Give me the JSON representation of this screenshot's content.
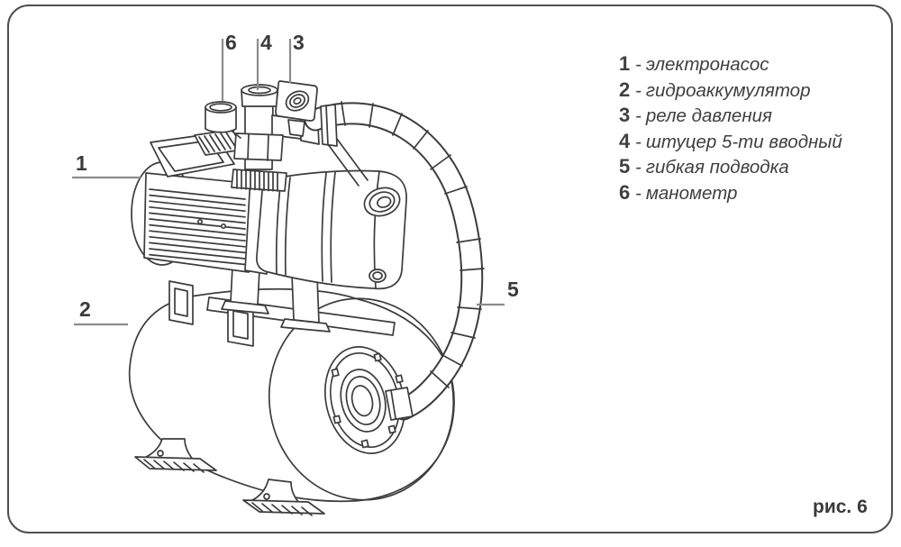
{
  "figure": {
    "caption": "рис. 6",
    "separator": "-",
    "callouts": [
      "1",
      "2",
      "3",
      "4",
      "5",
      "6"
    ],
    "legend": [
      {
        "num": "1",
        "label": "электронасос"
      },
      {
        "num": "2",
        "label": "гидроаккумулятор"
      },
      {
        "num": "3",
        "label": "реле давления"
      },
      {
        "num": "4",
        "label": "штуцер 5-ти вводный"
      },
      {
        "num": "5",
        "label": "гибкая подводка"
      },
      {
        "num": "6",
        "label": "манометр"
      }
    ],
    "colors": {
      "stroke": "#3c3c3c",
      "leader": "#8c8c8c",
      "text": "#3a3a3a",
      "background": "#ffffff"
    }
  }
}
